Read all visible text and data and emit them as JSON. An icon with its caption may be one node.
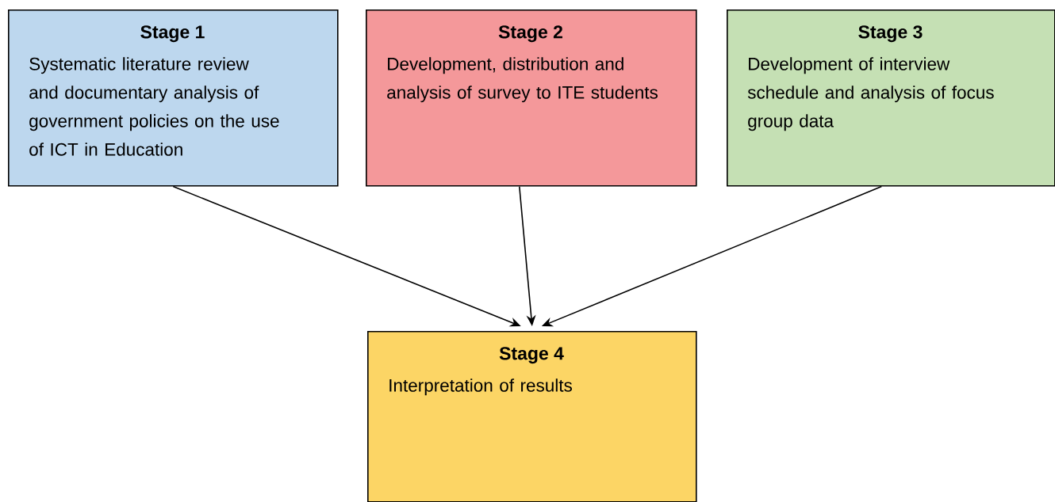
{
  "diagram": {
    "nodes": [
      {
        "text": [
          "Stage 1",
          "Systematic literature review and documentary analysis of government policies on the use of ICT in Education"
        ]
      },
      {
        "text": [
          "Stage 2",
          "Development, distribution and analysis of survey to ITE students"
        ]
      },
      {
        "text": [
          "Stage 3",
          "Development of interview schedule and analysis of focus group data"
        ]
      },
      {
        "text": [
          "Stage 4",
          "Interpretation of results"
        ]
      }
    ],
    "edges": [
      {
        "from": 0,
        "to": 3,
        "arrow": "to"
      },
      {
        "from": 1,
        "to": 3,
        "arrow": "to"
      },
      {
        "from": 2,
        "to": 3,
        "arrow": "to"
      }
    ]
  }
}
